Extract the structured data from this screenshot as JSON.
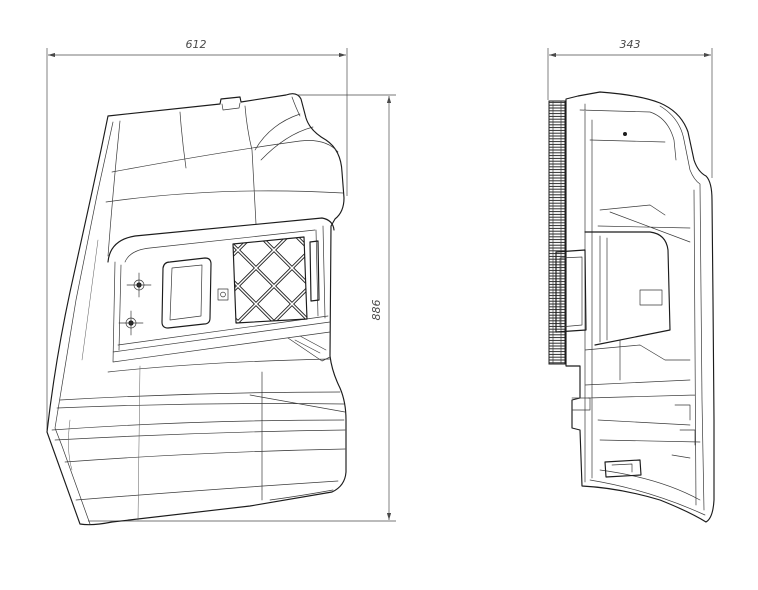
{
  "dimensions": {
    "front_width": "612",
    "front_height": "886",
    "side_width": "343"
  }
}
